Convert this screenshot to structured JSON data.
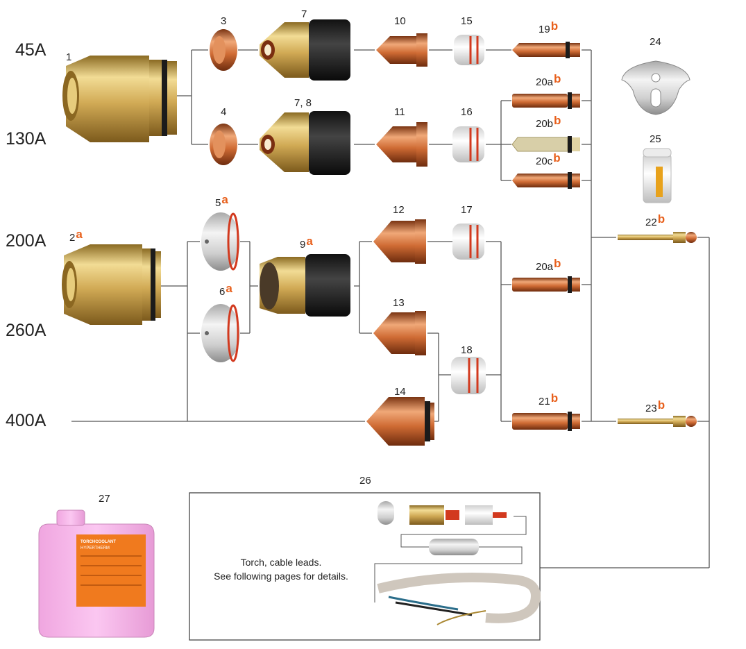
{
  "amperages": [
    "45A",
    "130A",
    "200A",
    "260A",
    "400A"
  ],
  "parts": {
    "p1": {
      "num": "1",
      "sup": ""
    },
    "p2": {
      "num": "2",
      "sup": "a"
    },
    "p3": {
      "num": "3",
      "sup": ""
    },
    "p4": {
      "num": "4",
      "sup": ""
    },
    "p5": {
      "num": "5",
      "sup": "a"
    },
    "p6": {
      "num": "6",
      "sup": "a"
    },
    "p7": {
      "num": "7",
      "sup": ""
    },
    "p78": {
      "num": "7, 8",
      "sup": ""
    },
    "p9": {
      "num": "9",
      "sup": "a"
    },
    "p10": {
      "num": "10",
      "sup": ""
    },
    "p11": {
      "num": "11",
      "sup": ""
    },
    "p12": {
      "num": "12",
      "sup": ""
    },
    "p13": {
      "num": "13",
      "sup": ""
    },
    "p14": {
      "num": "14",
      "sup": ""
    },
    "p15": {
      "num": "15",
      "sup": ""
    },
    "p16": {
      "num": "16",
      "sup": ""
    },
    "p17": {
      "num": "17",
      "sup": ""
    },
    "p18": {
      "num": "18",
      "sup": ""
    },
    "p19": {
      "num": "19",
      "sup": "b"
    },
    "p20a1": {
      "num": "20a",
      "sup": "b"
    },
    "p20b": {
      "num": "20b",
      "sup": "b"
    },
    "p20c": {
      "num": "20c",
      "sup": "b"
    },
    "p20a2": {
      "num": "20a",
      "sup": "b"
    },
    "p21": {
      "num": "21",
      "sup": "b"
    },
    "p22": {
      "num": "22",
      "sup": "b"
    },
    "p23": {
      "num": "23",
      "sup": "b"
    },
    "p24": {
      "num": "24",
      "sup": ""
    },
    "p25": {
      "num": "25",
      "sup": ""
    },
    "p26": {
      "num": "26",
      "sup": ""
    },
    "p27": {
      "num": "27",
      "sup": ""
    }
  },
  "torch_box": {
    "line1": "Torch, cable leads.",
    "line2": "See following pages for details."
  },
  "coolant_label": {
    "line1": "TORCHCOOLANT",
    "line2": "HYPERTHERM"
  },
  "colors": {
    "accent": "#e8601c",
    "line": "#555555",
    "brass": "#c9a24a",
    "copper": "#c8703a"
  }
}
